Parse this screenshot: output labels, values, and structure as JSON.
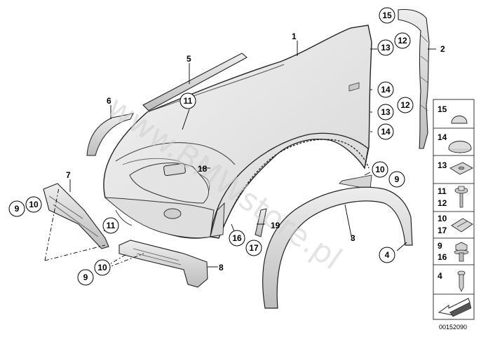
{
  "diagram": {
    "parts": {
      "fender": "1",
      "bracket_right": "2",
      "wheel_arch_trim": "3",
      "clip_part": "4",
      "roof_trim": "5",
      "front_trim": "6",
      "front_bracket": "7",
      "lower_bracket": "8",
      "cover": "18",
      "side_strip": "19"
    },
    "callouts": {
      "c15_top": "15",
      "c12_top": "12",
      "c13_top": "13",
      "c14_a": "14",
      "c12_mid": "12",
      "c13_mid": "13",
      "c14_b": "14",
      "c11_top": "11",
      "c10_right": "10",
      "c9_right": "9",
      "c9_left": "9",
      "c10_left": "10",
      "c11_left": "11",
      "c16": "16",
      "c17": "17",
      "c4": "4",
      "c9_bottom": "9",
      "c10_bottom": "10"
    },
    "side_panel": [
      {
        "labels": [
          "15"
        ],
        "icon": "dome-cap-small-icon"
      },
      {
        "labels": [
          "14"
        ],
        "icon": "dome-cap-large-icon"
      },
      {
        "labels": [
          "13"
        ],
        "icon": "square-clip-nut-icon"
      },
      {
        "labels": [
          "11",
          "12"
        ],
        "icon": "screw-with-washer-icon"
      },
      {
        "labels": [
          "10",
          "17"
        ],
        "icon": "spring-clip-nut-icon"
      },
      {
        "labels": [
          "9",
          "16"
        ],
        "icon": "hex-bolt-icon"
      },
      {
        "labels": [
          "4"
        ],
        "icon": "push-rivet-icon"
      },
      {
        "labels": [],
        "icon": "direction-arrow-icon"
      }
    ],
    "watermark": "www.BMWstore.pl",
    "reference": "00152090"
  }
}
